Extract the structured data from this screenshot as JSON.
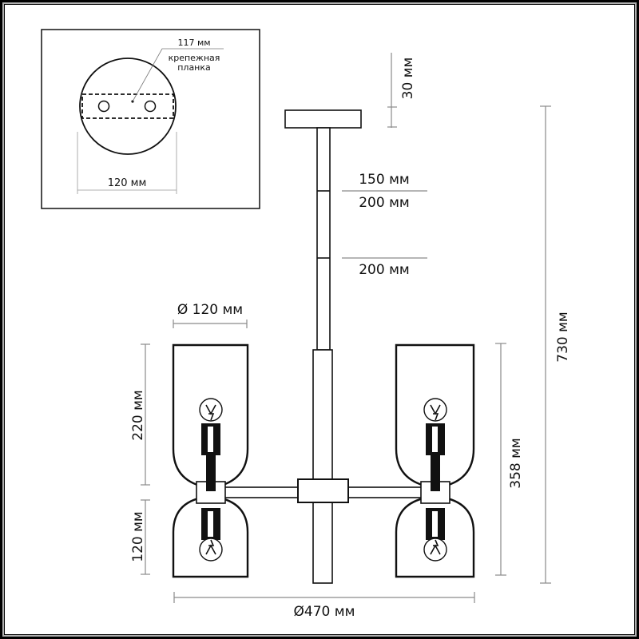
{
  "inset": {
    "bracket_length": "117 мм",
    "bracket_label_line1": "крепежная",
    "bracket_label_line2": "планка",
    "canopy_diameter": "120 мм"
  },
  "dimensions": {
    "canopy_height": "30 мм",
    "rod_segment_1": "150 мм",
    "rod_segment_2": "200 мм",
    "rod_segment_3": "200 мм",
    "shade_diameter": "Ø 120 мм",
    "upper_shade_height": "220 мм",
    "lower_shade_height": "120 мм",
    "arm_assembly_height": "358 мм",
    "total_height": "730 мм",
    "total_diameter": "Ø470 мм"
  },
  "colors": {
    "line": "#111111",
    "dimension_line": "#8a8a8a",
    "background": "#ffffff"
  }
}
